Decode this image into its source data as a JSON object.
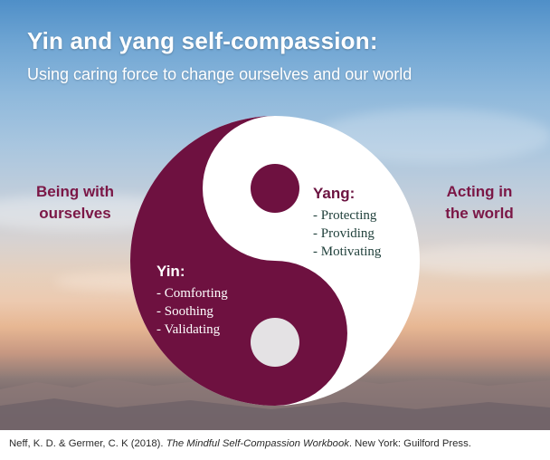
{
  "title": "Yin and yang self-compassion:",
  "subtitle": "Using caring force to change ourselves and our world",
  "left_label": {
    "line1": "Being with",
    "line2": "ourselves"
  },
  "right_label": {
    "line1": "Acting in",
    "line2": "the world"
  },
  "yang": {
    "title": "Yang:",
    "items": [
      "Protecting",
      "Providing",
      "Motivating"
    ]
  },
  "yin": {
    "title": "Yin:",
    "items": [
      "Comforting",
      "Soothing",
      "Validating"
    ]
  },
  "citation": {
    "authors": "Neff, K. D. & Germer, C. K (2018).",
    "book": "The Mindful Self-Compassion Workbook",
    "publisher": ". New York: Guilford Press."
  },
  "colors": {
    "yin": "#6e1140",
    "yang": "#ffffff",
    "accent_text": "#7b1746"
  }
}
